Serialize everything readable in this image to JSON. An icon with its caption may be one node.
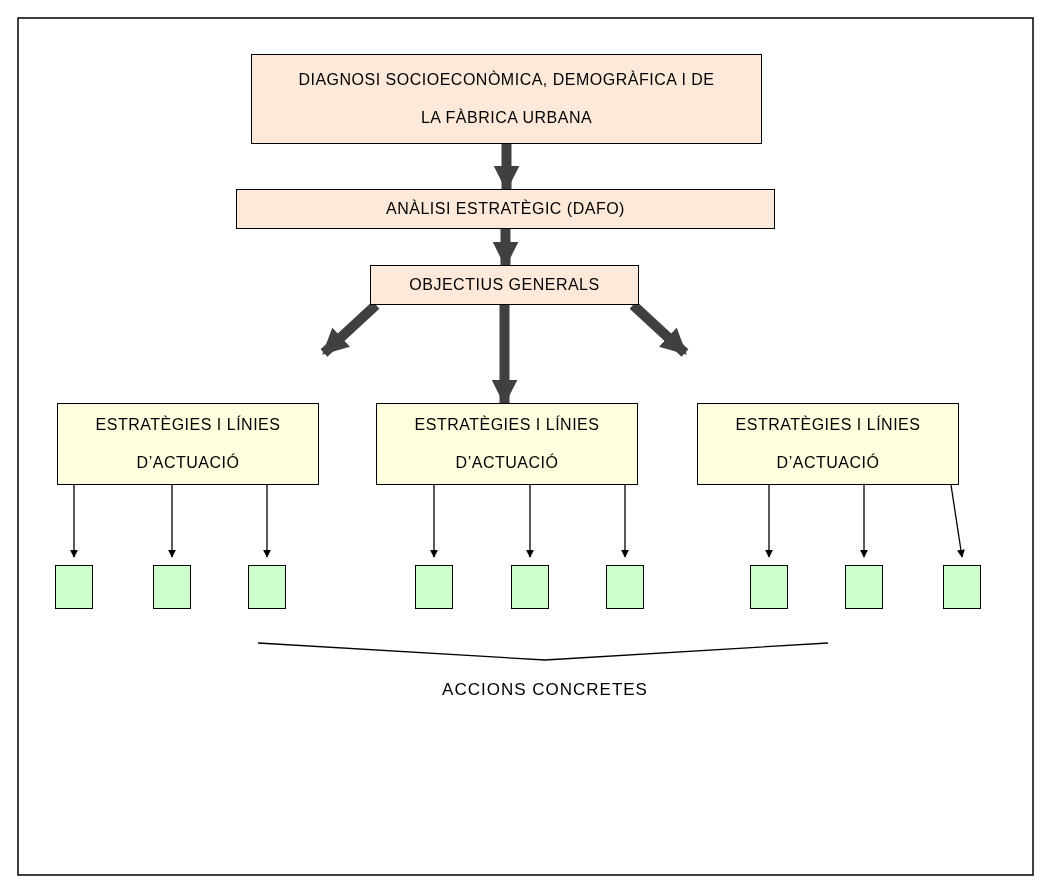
{
  "diagram": {
    "nodes": [
      {
        "text": [
          "DIAGNOSI SOCIOECONÒMICA, DEMOGRÀFICA I DE LA FÀBRICA URBANA"
        ]
      },
      {
        "text": [
          "ANÀLISI ESTRATÈGIC (DAFO)"
        ]
      },
      {
        "text": [
          "OBJECTIUS GENERALS"
        ]
      },
      {
        "text": [
          "ESTRATÈGIES I LÍNIES D’ACTUACIÓ"
        ]
      },
      {
        "text": [
          "ESTRATÈGIES I LÍNIES D’ACTUACIÓ"
        ]
      },
      {
        "text": [
          "ESTRATÈGIES I LÍNIES D’ACTUACIÓ"
        ]
      },
      {
        "text": [],
        "shape": "box"
      },
      {
        "text": [],
        "shape": "box"
      },
      {
        "text": [],
        "shape": "box"
      },
      {
        "text": [],
        "shape": "box"
      },
      {
        "text": [],
        "shape": "box"
      },
      {
        "text": [],
        "shape": "box"
      },
      {
        "text": [],
        "shape": "box"
      },
      {
        "text": [],
        "shape": "box"
      },
      {
        "text": [],
        "shape": "box"
      }
    ],
    "edges": [
      {
        "from": 0,
        "to": 1,
        "arrow": "to",
        "style": "thick"
      },
      {
        "from": 1,
        "to": 2,
        "arrow": "to",
        "style": "thick"
      },
      {
        "from": 2,
        "to": 3,
        "arrow": "to",
        "style": "thick"
      },
      {
        "from": 2,
        "to": 4,
        "arrow": "to",
        "style": "thick"
      },
      {
        "from": 2,
        "to": 5,
        "arrow": "to",
        "style": "thick"
      },
      {
        "from": 3,
        "to": 6,
        "arrow": "to"
      },
      {
        "from": 3,
        "to": 7,
        "arrow": "to"
      },
      {
        "from": 3,
        "to": 8,
        "arrow": "to"
      },
      {
        "from": 4,
        "to": 9,
        "arrow": "to"
      },
      {
        "from": 4,
        "to": 10,
        "arrow": "to"
      },
      {
        "from": 4,
        "to": 11,
        "arrow": "to"
      },
      {
        "from": 5,
        "to": 12,
        "arrow": "to"
      },
      {
        "from": 5,
        "to": 13,
        "arrow": "to"
      },
      {
        "from": 5,
        "to": 14,
        "arrow": "to"
      }
    ],
    "labels": [
      "ACCIONS CONCRETES"
    ]
  }
}
